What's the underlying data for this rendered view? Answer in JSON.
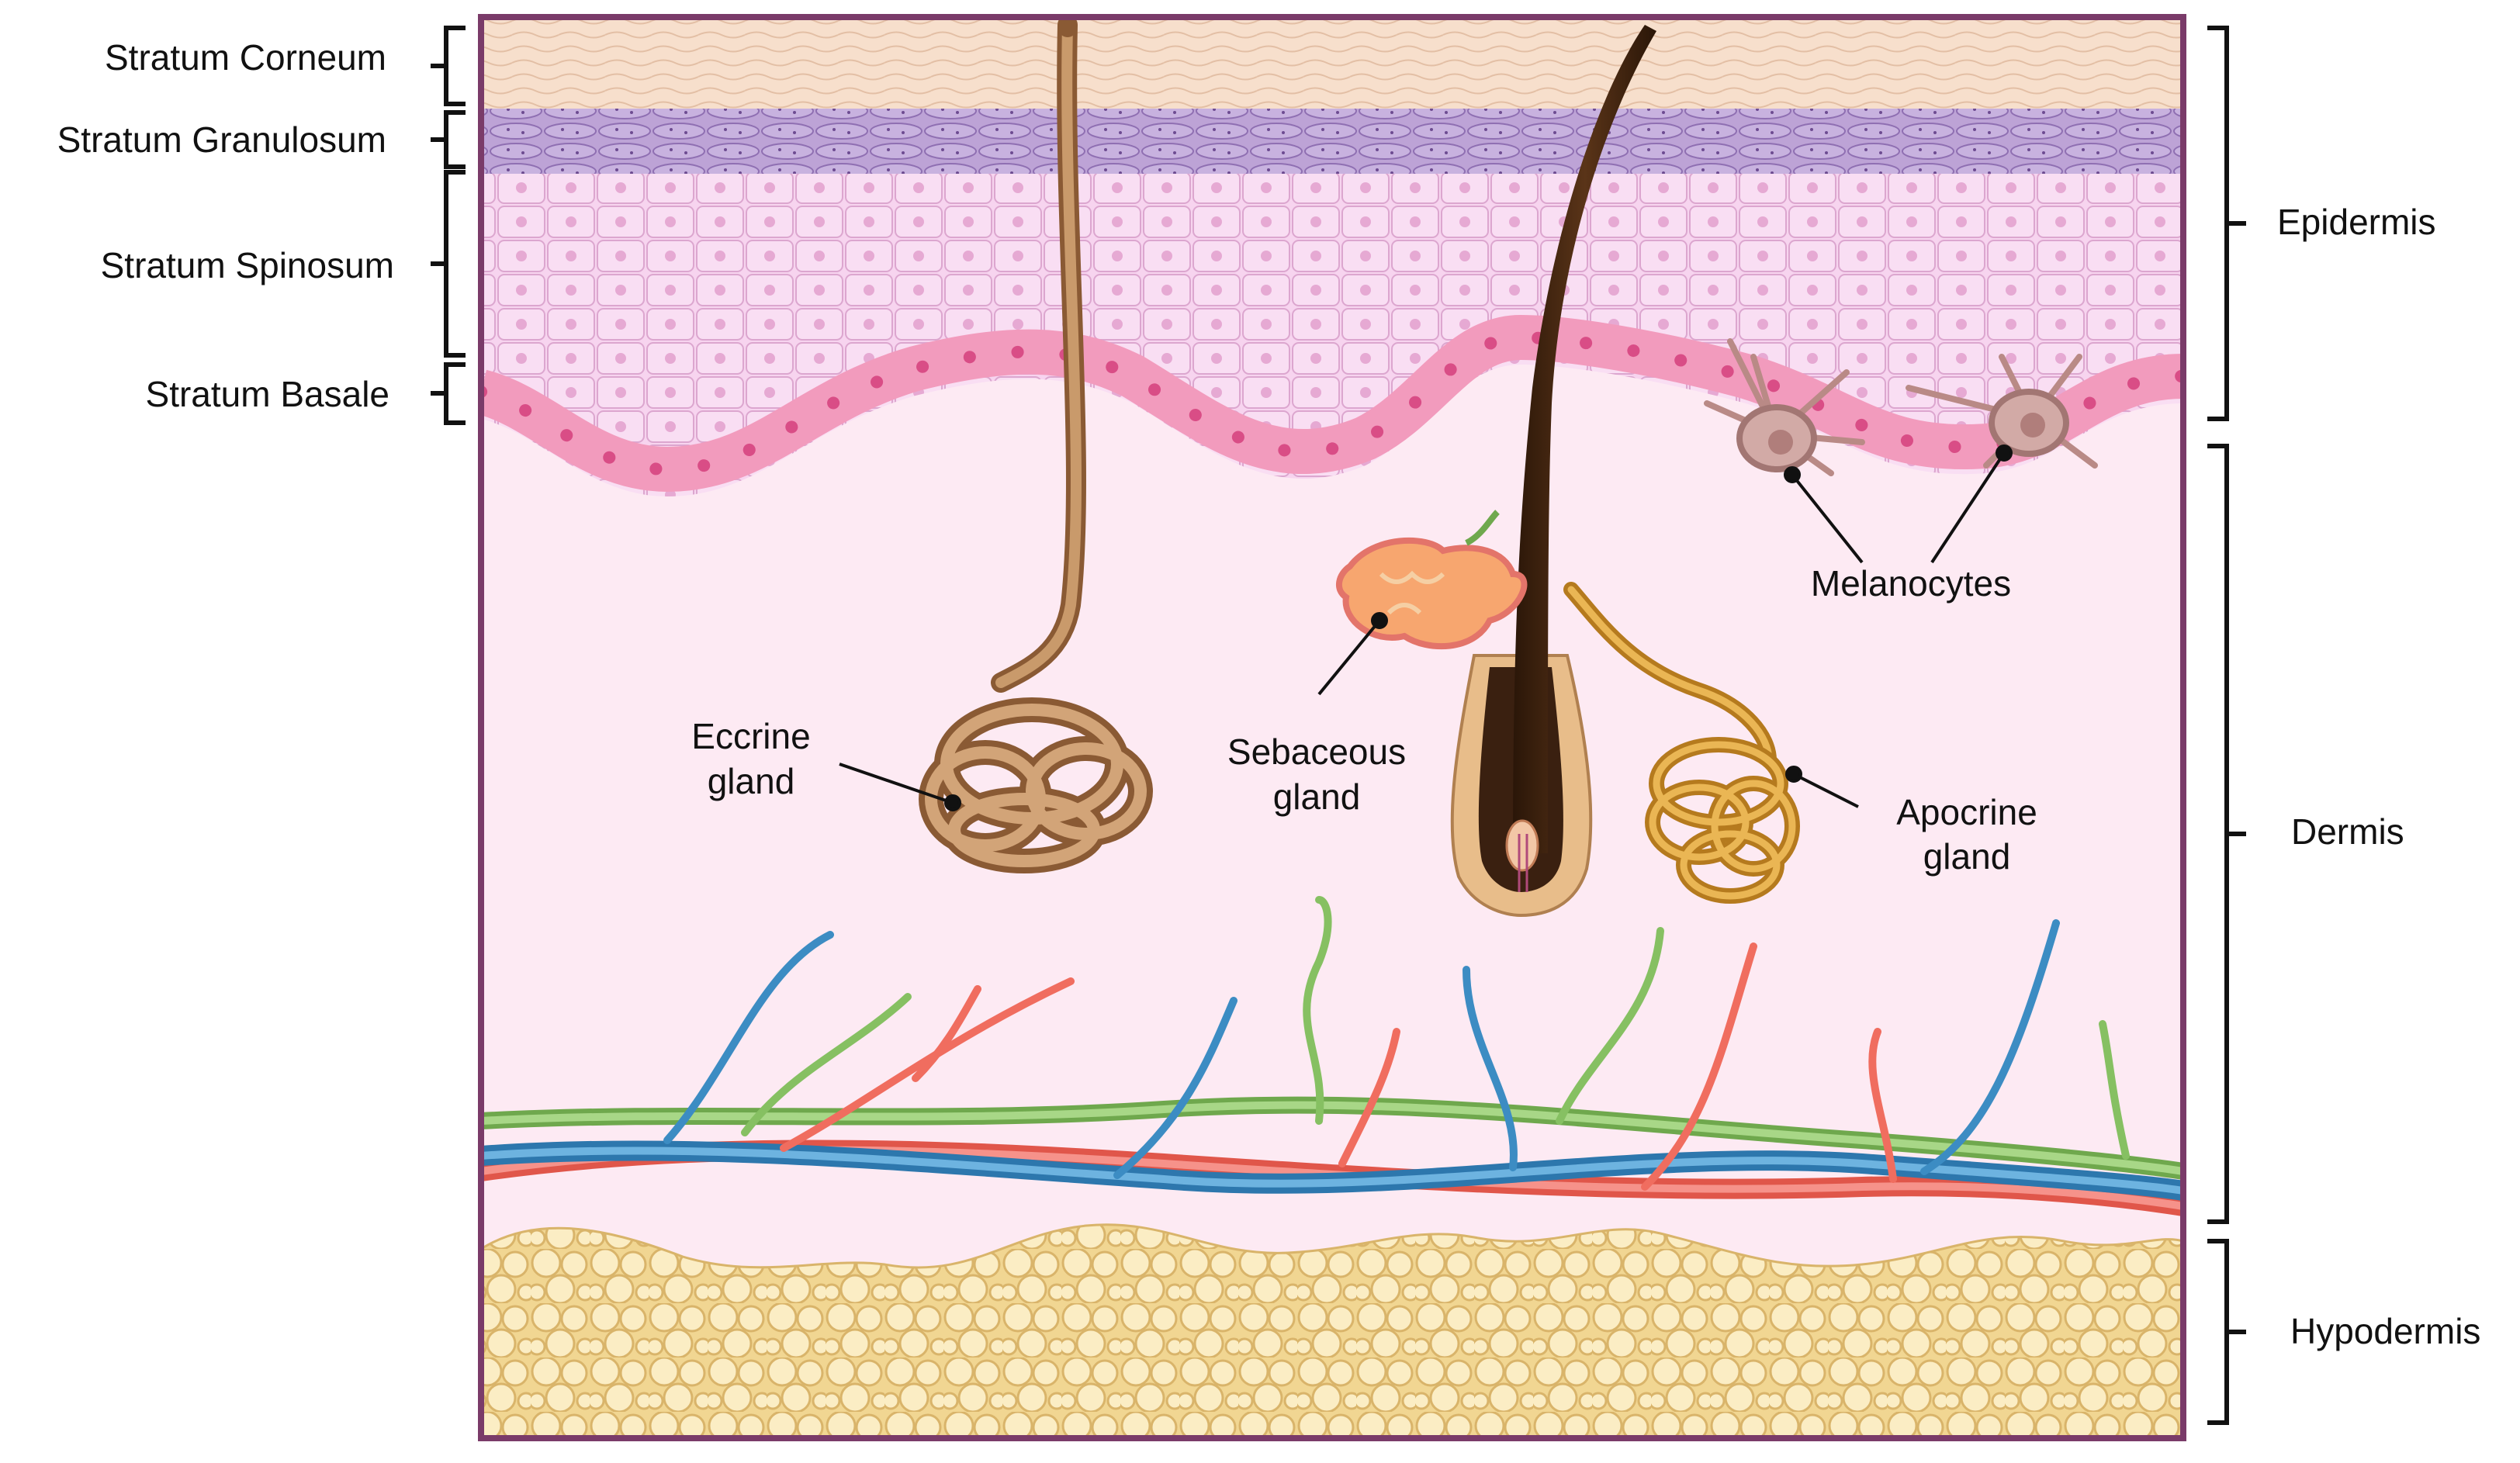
{
  "left_labels": {
    "corneum": "Stratum Corneum",
    "granulosum": "Stratum Granulosum",
    "spinosum": "Stratum Spinosum",
    "basale": "Stratum Basale"
  },
  "right_labels": {
    "epidermis": "Epidermis",
    "dermis": "Dermis",
    "hypodermis": "Hypodermis"
  },
  "structure_labels": {
    "eccrine": [
      "Eccrine",
      "gland"
    ],
    "sebaceous": [
      "Sebaceous",
      "gland"
    ],
    "apocrine": [
      "Apocrine",
      "gland"
    ],
    "melanocytes": "Melanocytes"
  },
  "colors": {
    "frame": "#7a3b69",
    "corneum": "#f6dcc8",
    "granulosum": "#b79bd1",
    "spinosum": "#f3ccec",
    "basale_cell": "#f29bbd",
    "dermis": "#fdeaf3",
    "fat": "#f6dd9a",
    "artery": "#f06d5f",
    "vein": "#3c8cc3",
    "nerve": "#86c062",
    "hair": "#3a2010",
    "eccrine": "#b97f52",
    "apocrine": "#d9962a",
    "sebaceous": "#f7a66f",
    "melanocyte": "#b98a86"
  }
}
